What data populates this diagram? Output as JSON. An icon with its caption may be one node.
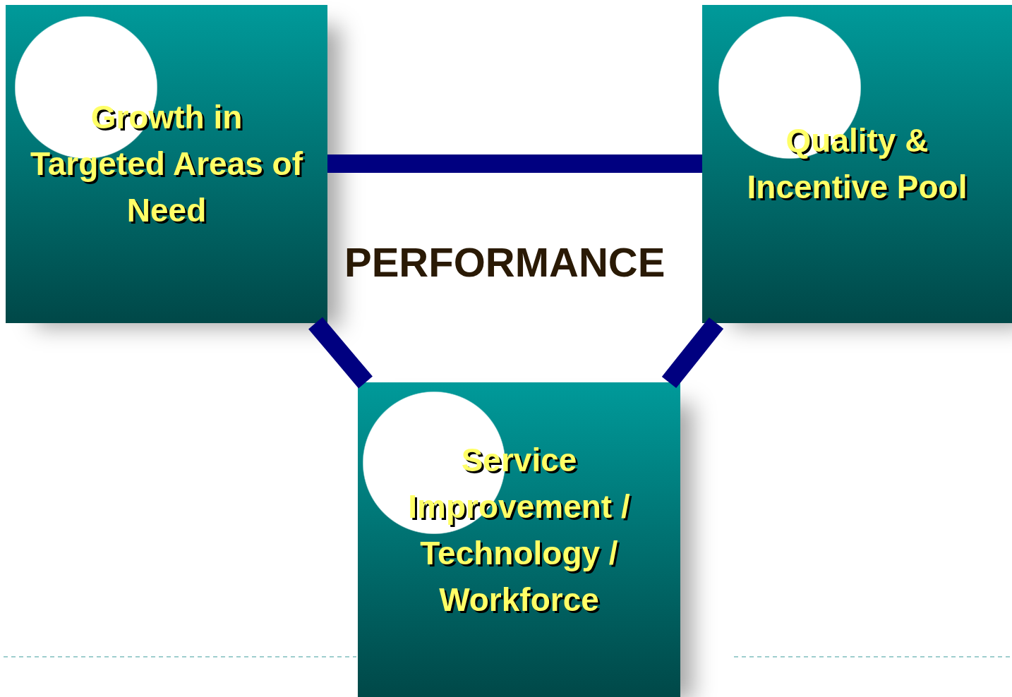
{
  "diagram": {
    "nodes": [
      {
        "text": [
          "Growth in Targeted Areas of Need"
        ]
      },
      {
        "text": [
          "Quality & Incentive Pool"
        ]
      },
      {
        "text": [
          "Service Improvement / Technology / Workforce"
        ]
      }
    ],
    "edges": [
      {
        "from": 0,
        "to": 1,
        "arrow": "none"
      },
      {
        "from": 0,
        "to": 2,
        "arrow": "none"
      },
      {
        "from": 1,
        "to": 2,
        "arrow": "none"
      }
    ],
    "labels": [
      "PERFORMANCE"
    ]
  }
}
